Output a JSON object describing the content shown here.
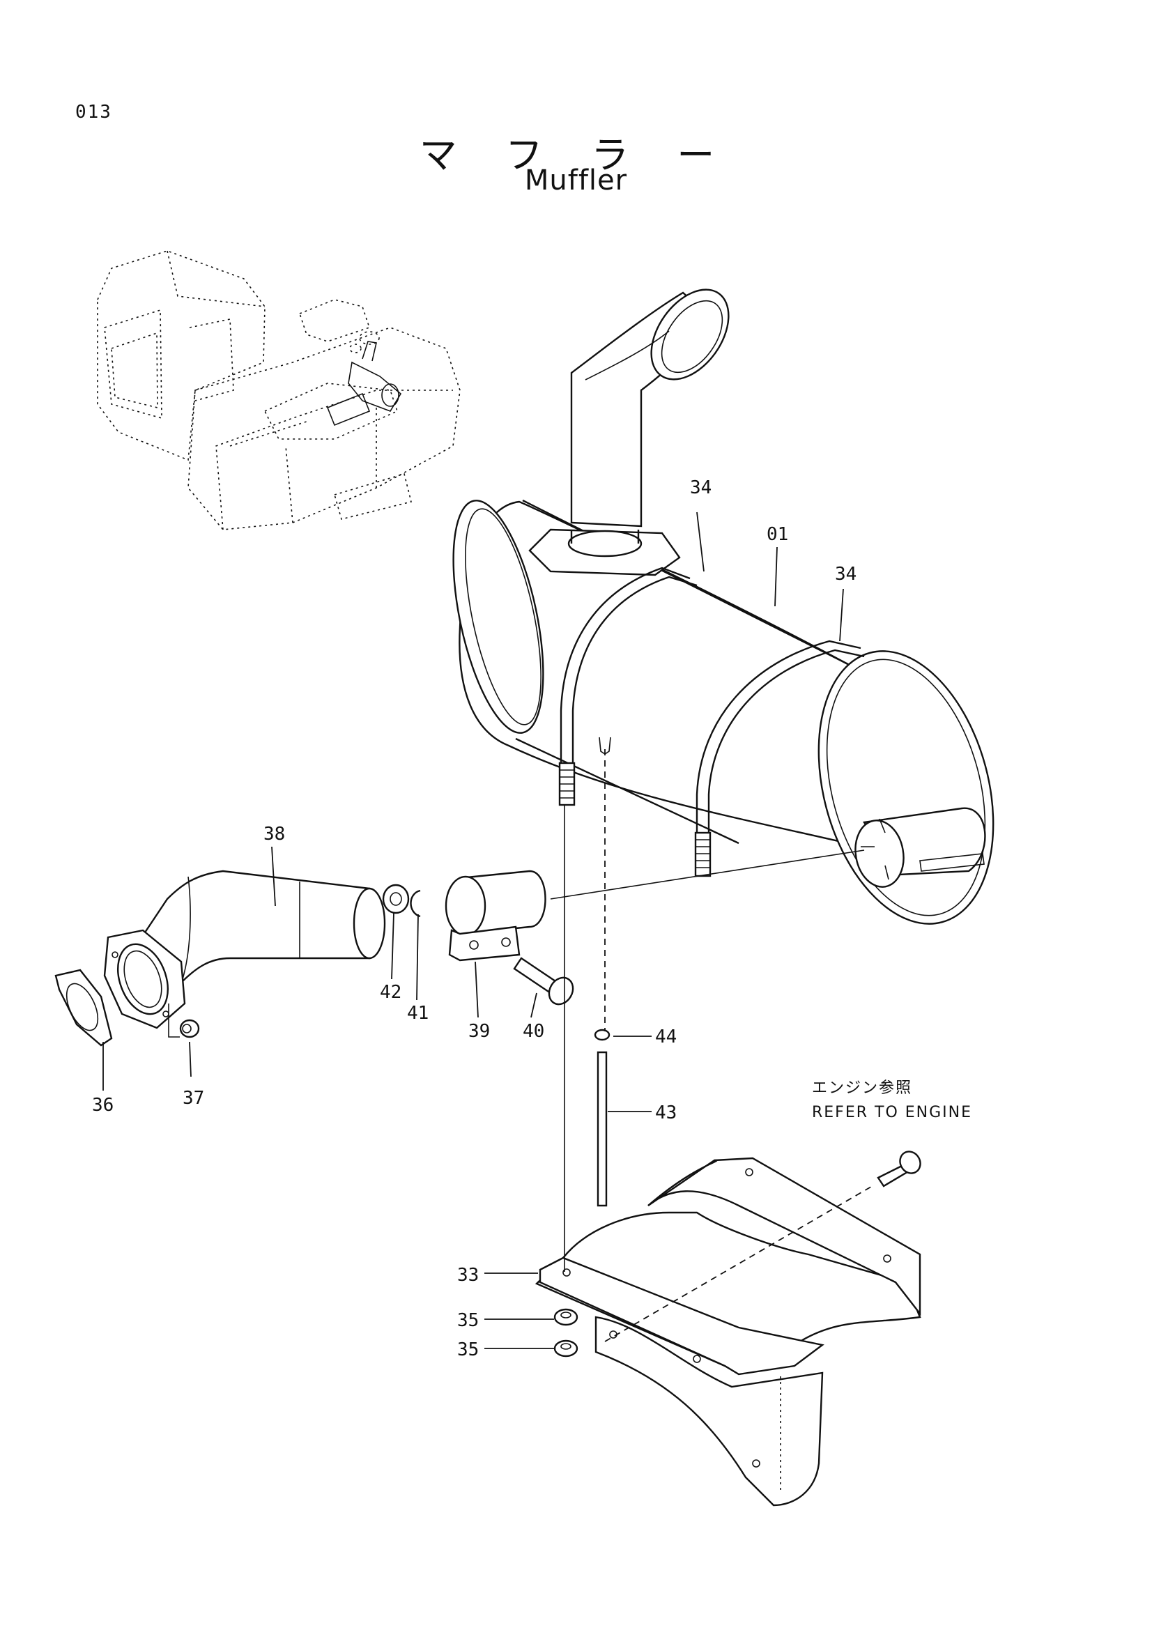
{
  "page": {
    "number": "013"
  },
  "title": {
    "ja": "マ フ ラ ー",
    "en": "Muffler"
  },
  "note": {
    "ja": "エンジン参照",
    "en": "REFER TO ENGINE"
  },
  "callouts": {
    "c34a": "34",
    "c01": "01",
    "c34b": "34",
    "c38": "38",
    "c42": "42",
    "c41": "41",
    "c39": "39",
    "c40": "40",
    "c44": "44",
    "c43": "43",
    "c36": "36",
    "c37": "37",
    "c33": "33",
    "c35a": "35",
    "c35b": "35"
  }
}
